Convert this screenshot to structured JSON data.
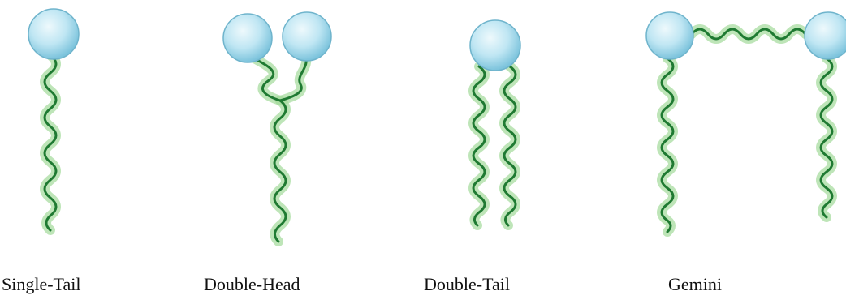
{
  "labels": {
    "single_tail": "Single-Tail",
    "double_head": "Double-Head",
    "double_tail": "Double-Tail",
    "gemini": "Gemini"
  },
  "colors": {
    "head_fill_light": "#eef9fc",
    "head_fill_mid": "#bfe6f3",
    "head_fill_dark": "#7cc3dc",
    "head_stroke": "#6fb4cc",
    "tail_core": "#1f7a32",
    "tail_glow": "#a8dca0",
    "caption_text": "#111111"
  }
}
